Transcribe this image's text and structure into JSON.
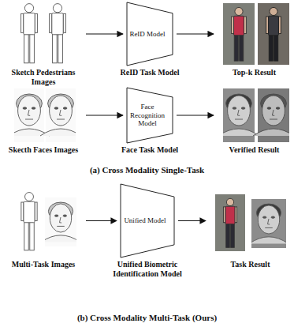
{
  "diagram": {
    "nodes": [
      {
        "text": [
          "Sketch Pedestrians Images"
        ]
      },
      {
        "text": [
          "ReID Model",
          "ReID Task Model"
        ]
      },
      {
        "text": [
          "Top-k Result"
        ]
      },
      {
        "text": [
          "Skecth Faces Images"
        ]
      },
      {
        "text": [
          "Face Recognition Model",
          "Face Task Model"
        ]
      },
      {
        "text": [
          "Verified Result"
        ]
      },
      {
        "text": [
          "Multi-Task Images"
        ]
      },
      {
        "text": [
          "Unified Model",
          "Unified Biometric Identification Model"
        ]
      },
      {
        "text": [
          "Task Result"
        ]
      }
    ],
    "edges": [
      {
        "from": 0,
        "to": 1,
        "arrow": "to"
      },
      {
        "from": 1,
        "to": 2,
        "arrow": "to"
      },
      {
        "from": 3,
        "to": 4,
        "arrow": "to"
      },
      {
        "from": 4,
        "to": 5,
        "arrow": "to"
      },
      {
        "from": 6,
        "to": 7,
        "arrow": "to"
      },
      {
        "from": 7,
        "to": 8,
        "arrow": "to"
      }
    ],
    "labels": [
      "(a) Cross Modality Single-Task",
      "(b) Cross Modality Multi-Task (Ours)"
    ]
  }
}
